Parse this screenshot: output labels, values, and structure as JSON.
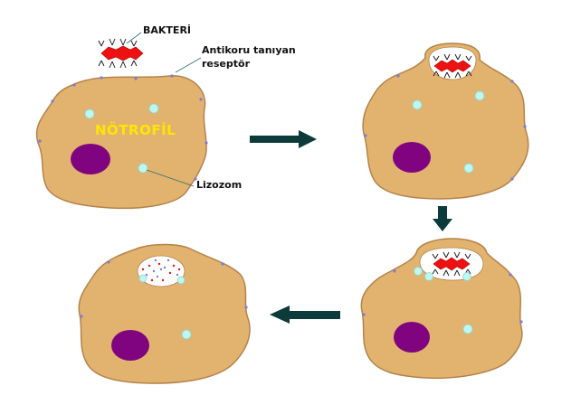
{
  "labels": {
    "bacteria": "BAKTERİ",
    "receptor_line1": "Antikoru tanıyan",
    "receptor_line2": "reseptör",
    "neutrophil": "NÖTROFİL",
    "lysosome": "Lizozom"
  },
  "colors": {
    "cytoplasm": "#e2b36f",
    "membrane": "#b4824a",
    "nucleus": "#800480",
    "lysosome": "#bff6f0",
    "bacterium": "#ee1111",
    "arrow": "#0d3a3a",
    "receptor": "#7a7ae0",
    "antibody": "#111111",
    "label": "#ffe600"
  }
}
